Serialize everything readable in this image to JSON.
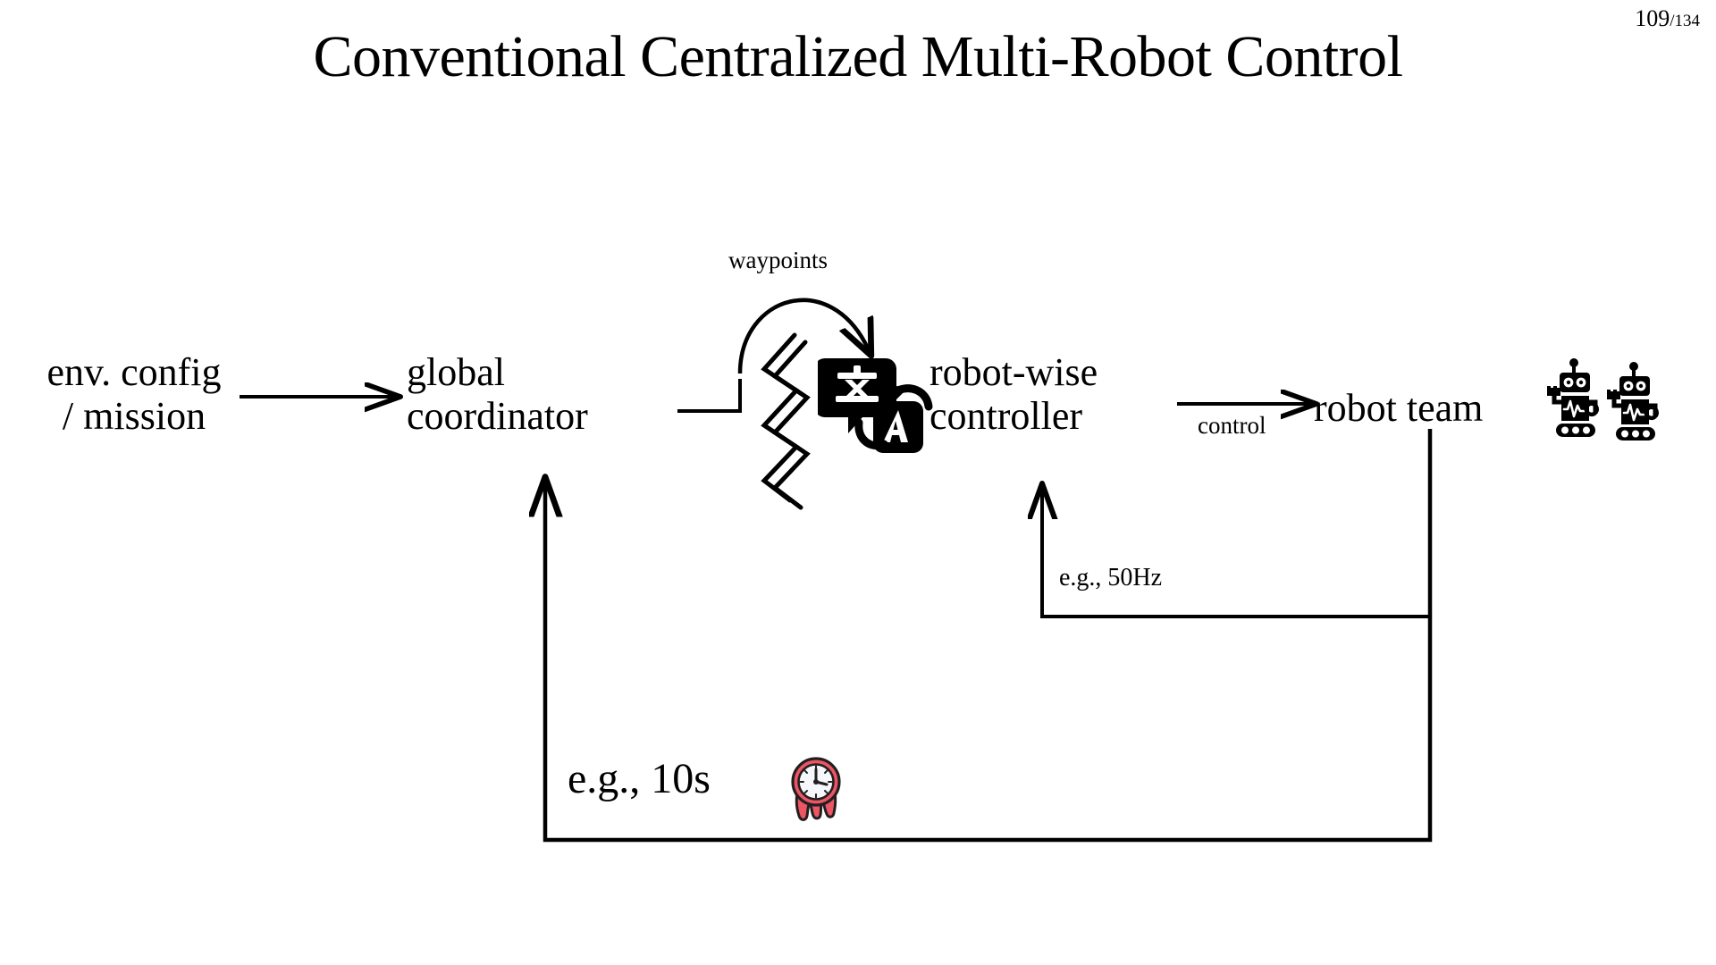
{
  "slide": {
    "title": "Conventional Centralized Multi-Robot Control",
    "page_current": "109",
    "page_total": "/134"
  },
  "diagram": {
    "type": "block-flow",
    "nodes": [
      {
        "id": "env",
        "label": "env. config\n/ mission",
        "name": "env-config-mission-node"
      },
      {
        "id": "global",
        "label": "global\ncoordinator",
        "name": "global-coordinator-node"
      },
      {
        "id": "controller",
        "label": "robot-wise\ncontroller",
        "name": "robot-wise-controller-node"
      },
      {
        "id": "team",
        "label": "robot team",
        "name": "robot-team-node"
      }
    ],
    "edges": [
      {
        "id": "e1",
        "from": "env",
        "to": "global",
        "label": ""
      },
      {
        "id": "e2",
        "from": "global",
        "to": "controller",
        "label": "waypoints"
      },
      {
        "id": "e3",
        "from": "controller",
        "to": "team",
        "label": "control"
      },
      {
        "id": "e4",
        "from": "team",
        "to": "controller",
        "label": "e.g., 50Hz"
      },
      {
        "id": "e5",
        "from": "team",
        "to": "global",
        "label": "e.g., 10s"
      }
    ],
    "labels": {
      "waypoints": "waypoints",
      "control": "control",
      "fast_loop": "e.g., 50Hz",
      "slow_loop": "e.g., 10s"
    },
    "icons": {
      "translate": "translate-icon",
      "clock": "melting-clock-icon",
      "robots": "robot-pair-icon",
      "broken_link": "zigzag-break-icon"
    }
  },
  "colors": {
    "background": "#ffffff",
    "ink": "#000000",
    "clock_red": "#ED5565",
    "clock_face": "#F5F7FA"
  }
}
